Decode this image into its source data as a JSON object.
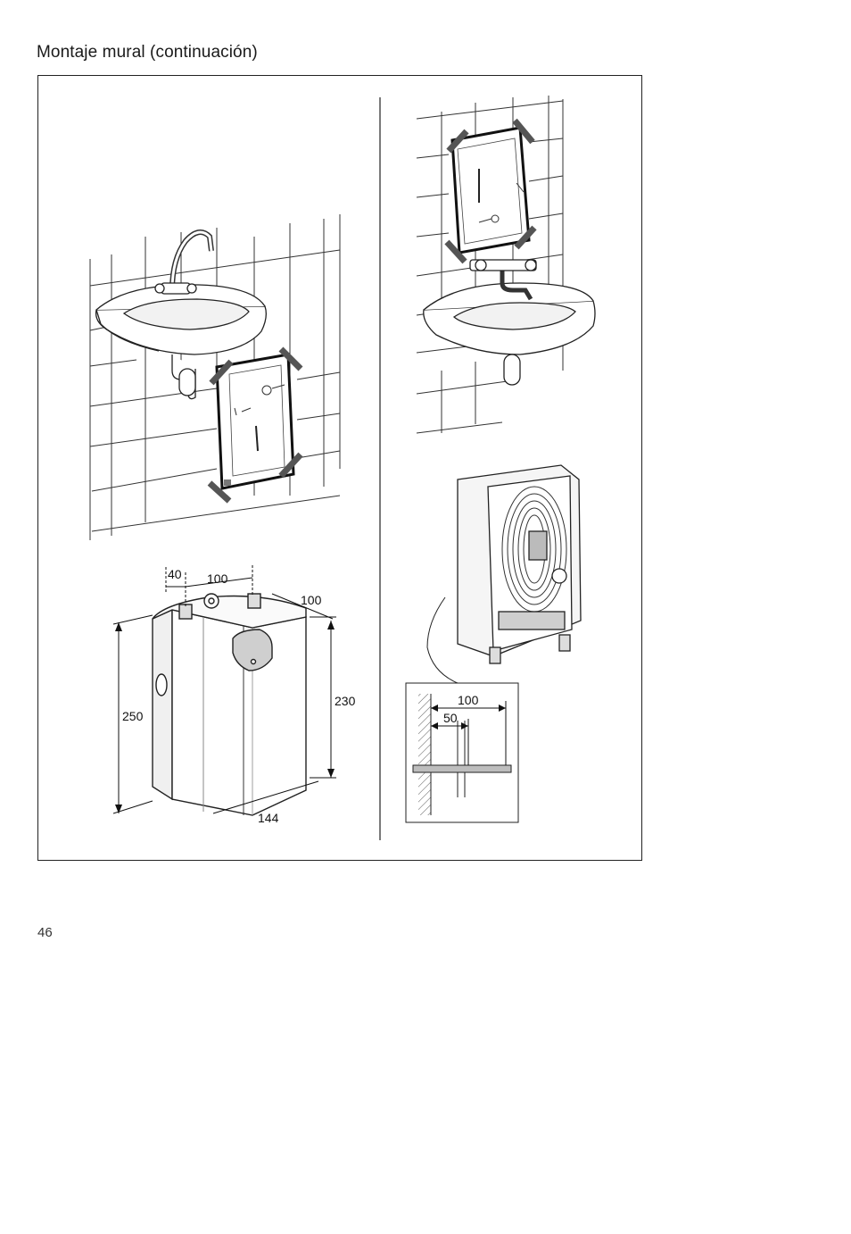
{
  "page": {
    "title": "Montaje mural (continuación)",
    "page_number": "46"
  },
  "figure": {
    "dimensions": {
      "offset": "40",
      "connection_spacing": "100",
      "depth": "100",
      "total_height": "250",
      "body_height": "230",
      "width": "144"
    },
    "wall_detail": {
      "distance_outer": "100",
      "distance_inner": "50"
    }
  }
}
